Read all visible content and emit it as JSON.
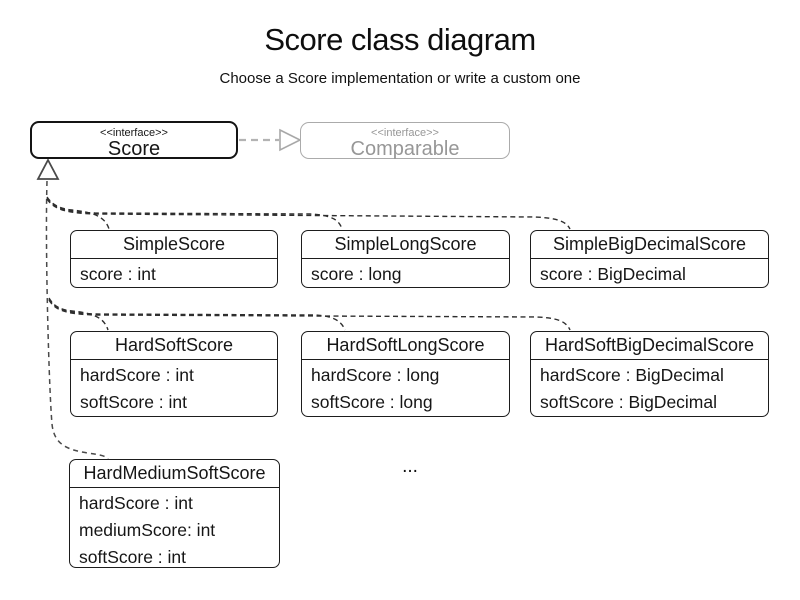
{
  "title": "Score class diagram",
  "subtitle": "Choose a Score implementation or write a custom one",
  "interfaces": {
    "score": {
      "stereotype": "<<interface>>",
      "name": "Score"
    },
    "comparable": {
      "stereotype": "<<interface>>",
      "name": "Comparable"
    }
  },
  "classes": [
    {
      "name": "SimpleScore",
      "attributes": [
        "score : int"
      ]
    },
    {
      "name": "SimpleLongScore",
      "attributes": [
        "score : long"
      ]
    },
    {
      "name": "SimpleBigDecimalScore",
      "attributes": [
        "score : BigDecimal"
      ]
    },
    {
      "name": "HardSoftScore",
      "attributes": [
        "hardScore : int",
        "softScore : int"
      ]
    },
    {
      "name": "HardSoftLongScore",
      "attributes": [
        "hardScore : long",
        "softScore : long"
      ]
    },
    {
      "name": "HardSoftBigDecimalScore",
      "attributes": [
        "hardScore : BigDecimal",
        "softScore : BigDecimal"
      ]
    },
    {
      "name": "HardMediumSoftScore",
      "attributes": [
        "hardScore : int",
        "mediumScore: int",
        "softScore : int"
      ]
    }
  ],
  "ellipsis": "...",
  "colors": {
    "muted_gray": "#9a9a9a",
    "gray_border": "#ababab",
    "black_border": "#1d1d1d",
    "connector_dark": "#2e2e2e",
    "trunk_gray": "#4a4a4a"
  }
}
